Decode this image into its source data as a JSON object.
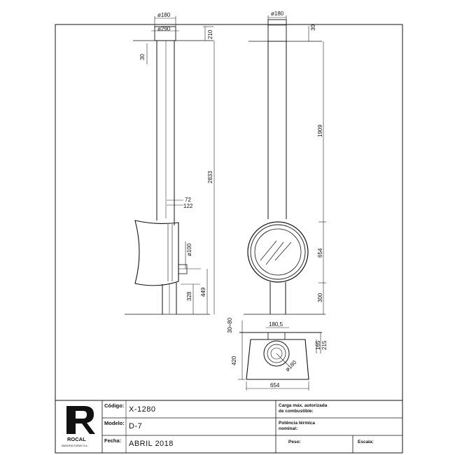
{
  "drawing": {
    "side_view": {
      "dims": {
        "flue_outer": "ø180",
        "collar": "ø290",
        "collar_height": "210",
        "top_offset": "30",
        "total_height": "2833",
        "offset_small": "72",
        "offset_large": "122",
        "outlet": "ø100",
        "outlet_height": "449",
        "base_height": "328"
      }
    },
    "front_view": {
      "dims": {
        "flue_outer": "ø180",
        "top_offset": "30",
        "flue_height": "1909",
        "body_height": "654",
        "base_height": "300"
      }
    },
    "top_view": {
      "dims": {
        "gap": "30÷80",
        "flue_offset": "180,5",
        "depth_small": "165",
        "depth_large": "215",
        "depth_total": "420",
        "flue_diameter": "ø180",
        "width": "654"
      }
    }
  },
  "title_block": {
    "logo_text": "ROCAL",
    "logo_subtext": "MANUFACTURAS S.A.",
    "codigo_label": "Código:",
    "codigo_value": "X-1280",
    "modelo_label": "Modelo:",
    "modelo_value": "D-7",
    "fecha_label": "Fecha:",
    "fecha_value": "ABRIL 2018",
    "carga_label_1": "Carga máx. autorizada",
    "carga_label_2": "de combustible:",
    "potencia_label_1": "Potência térmica",
    "potencia_label_2": "nominal:",
    "peso_label": "Peso:",
    "escala_label": "Escala:"
  }
}
